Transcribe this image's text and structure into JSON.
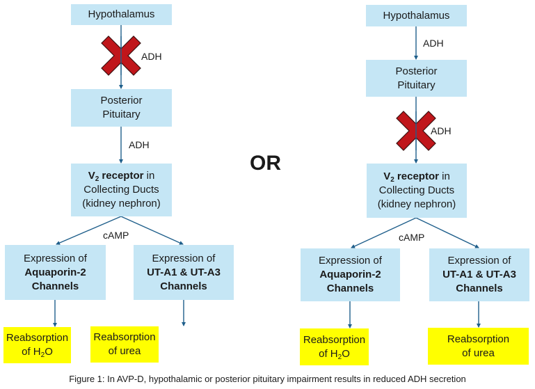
{
  "colors": {
    "process_box": "#c5e6f5",
    "outcome_box": "#ffff00",
    "arrow": "#1f5f8b",
    "block_x": "#c0161b"
  },
  "separator": "OR",
  "caption": "Figure 1: In AVP-D, hypothalamic or posterior pituitary impairment results in reduced ADH secretion",
  "left": {
    "hypothalamus": "Hypothalamus",
    "adh_top": "ADH",
    "adh_top_blocked": true,
    "pituitary_line1": "Posterior",
    "pituitary_line2": "Pituitary",
    "adh_bottom": "ADH",
    "adh_bottom_blocked": false,
    "receptor_v": "V",
    "receptor_sub": "2",
    "receptor_bold": " receptor",
    "receptor_rest": " in",
    "receptor_line2": "Collecting Ducts",
    "receptor_line3": "(kidney nephron)",
    "camp": "cAMP",
    "aqp_line1": "Expression of",
    "aqp_line2": "Aquaporin-2",
    "aqp_line3": "Channels",
    "ut_line1": "Expression of",
    "ut_line2": "UT-A1 & UT-A3",
    "ut_line3": "Channels",
    "water_line1": "Reabsorption",
    "water_line2a": "of H",
    "water_sub": "2",
    "water_line2b": "O",
    "urea_line1": "Reabsorption",
    "urea_line2": "of urea"
  },
  "right": {
    "hypothalamus": "Hypothalamus",
    "adh_top": "ADH",
    "adh_top_blocked": false,
    "pituitary_line1": "Posterior",
    "pituitary_line2": "Pituitary",
    "adh_bottom": "ADH",
    "adh_bottom_blocked": true,
    "receptor_v": "V",
    "receptor_sub": "2",
    "receptor_bold": " receptor",
    "receptor_rest": " in",
    "receptor_line2": "Collecting Ducts",
    "receptor_line3": "(kidney nephron)",
    "camp": "cAMP",
    "aqp_line1": "Expression of",
    "aqp_line2": "Aquaporin-2",
    "aqp_line3": "Channels",
    "ut_line1": "Expression of",
    "ut_line2": "UT-A1 & UT-A3",
    "ut_line3": "Channels",
    "water_line1": "Reabsorption",
    "water_line2a": "of H",
    "water_sub": "2",
    "water_line2b": "O",
    "urea_line1": "Reabsorption",
    "urea_line2": "of urea"
  }
}
